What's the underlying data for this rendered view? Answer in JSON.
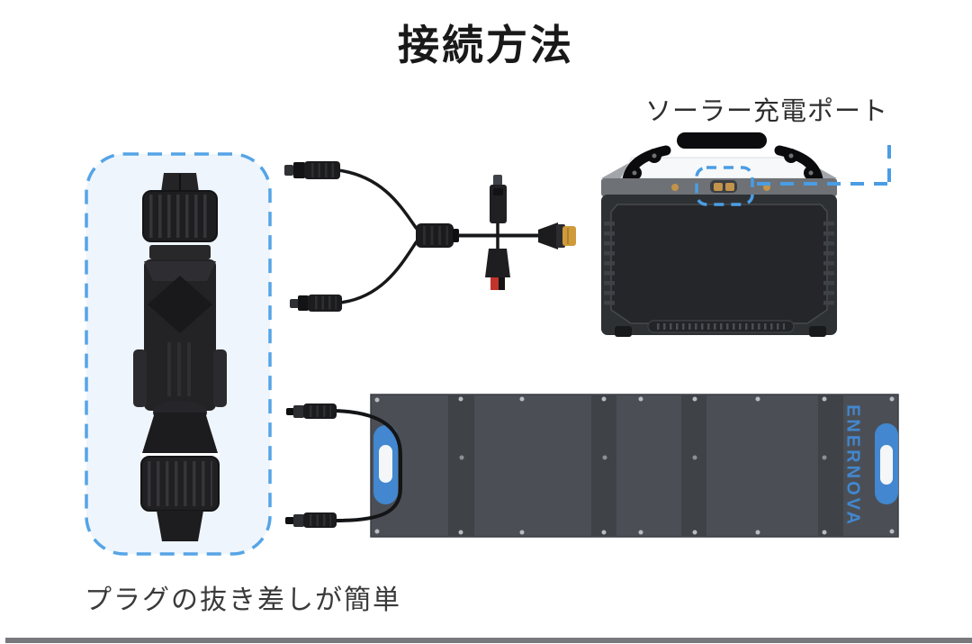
{
  "page": {
    "title": "接続方法",
    "background_color": "#ffffff",
    "footer_bar_color": "#77797d"
  },
  "diagram": {
    "port_callout": {
      "label": "ソーラー充電ポート",
      "accent_color": "#4a9de4"
    },
    "plug_callout": {
      "caption": "プラグの抜き差しが簡単",
      "box_fill": "#eef5fc",
      "box_border": "#55a4e6"
    },
    "components": [
      {
        "name": "mc4-connector-pair-icon",
        "desc": "joined MC4 solar connectors inside dashed highlight box"
      },
      {
        "name": "solar-y-branch-cable-icon",
        "desc": "two MC4 plugs merging into one junction cable"
      },
      {
        "name": "adapter-cross-cable-icon",
        "desc": "junction with USB, DC and XT60 adapter tips"
      },
      {
        "name": "portable-power-station-icon",
        "desc": "power station with carry handle and solar input port"
      },
      {
        "name": "folding-solar-panel-icon",
        "desc": "folded solar panel rear with two MC4 pigtails"
      }
    ],
    "power_station": {
      "body_color": "#2e3134",
      "top_band_color": "#6e7175",
      "port_dot_color": "#c2934a"
    },
    "solar_panel": {
      "brand": "ENERNOVA",
      "brand_color": "#4287cf",
      "body_color": "#4b4f55",
      "fold_color": "#3f4348",
      "handle_color": "#4287cf"
    }
  }
}
